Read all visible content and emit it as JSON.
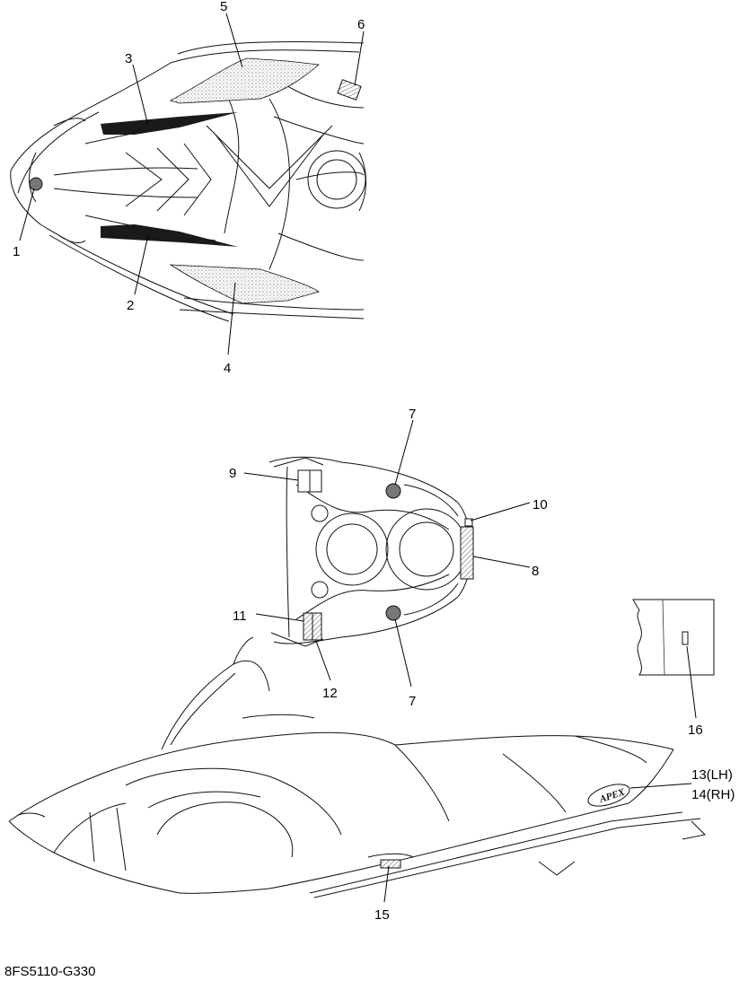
{
  "callouts": {
    "c1": "1",
    "c2": "2",
    "c3": "3",
    "c4": "4",
    "c5": "5",
    "c6": "6",
    "c7a": "7",
    "c7b": "7",
    "c8": "8",
    "c9": "9",
    "c10": "10",
    "c11": "11",
    "c12": "12",
    "c13": "13(LH)",
    "c14": "14(RH)",
    "c15": "15",
    "c16": "16"
  },
  "logo_text": "APEX",
  "diagram_code": "8FS5110-G330"
}
